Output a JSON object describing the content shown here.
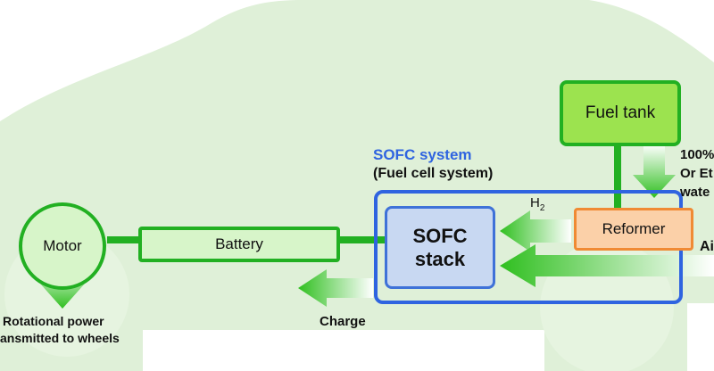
{
  "sofc_system": {
    "title": "SOFC system",
    "subtitle": "(Fuel cell system)"
  },
  "components": {
    "motor": "Motor",
    "battery": "Battery",
    "sofc_stack_line1": "SOFC",
    "sofc_stack_line2": "stack",
    "reformer": "Reformer",
    "fuel_tank": "Fuel tank"
  },
  "flows": {
    "h2": "H",
    "h2_sub": "2",
    "air": "Ai",
    "charge": "Charge",
    "fuel_line1": "100%",
    "fuel_line2": "Or Et",
    "fuel_line3": "wate",
    "rotation_line1": "Rotational power",
    "rotation_line2": "ansmitted to wheels"
  },
  "colors": {
    "car_silhouette": "#dff0d8",
    "green_border": "#22b022",
    "green_fill": "#d7f5c9",
    "fuel_tank_fill": "#9ce34f",
    "system_border": "#2f64e0",
    "stack_fill": "#c8d8f2",
    "stack_border": "#3f72d8",
    "reformer_fill": "#fbd0a8",
    "reformer_border": "#f08a34",
    "title_blue": "#2f64e0"
  }
}
